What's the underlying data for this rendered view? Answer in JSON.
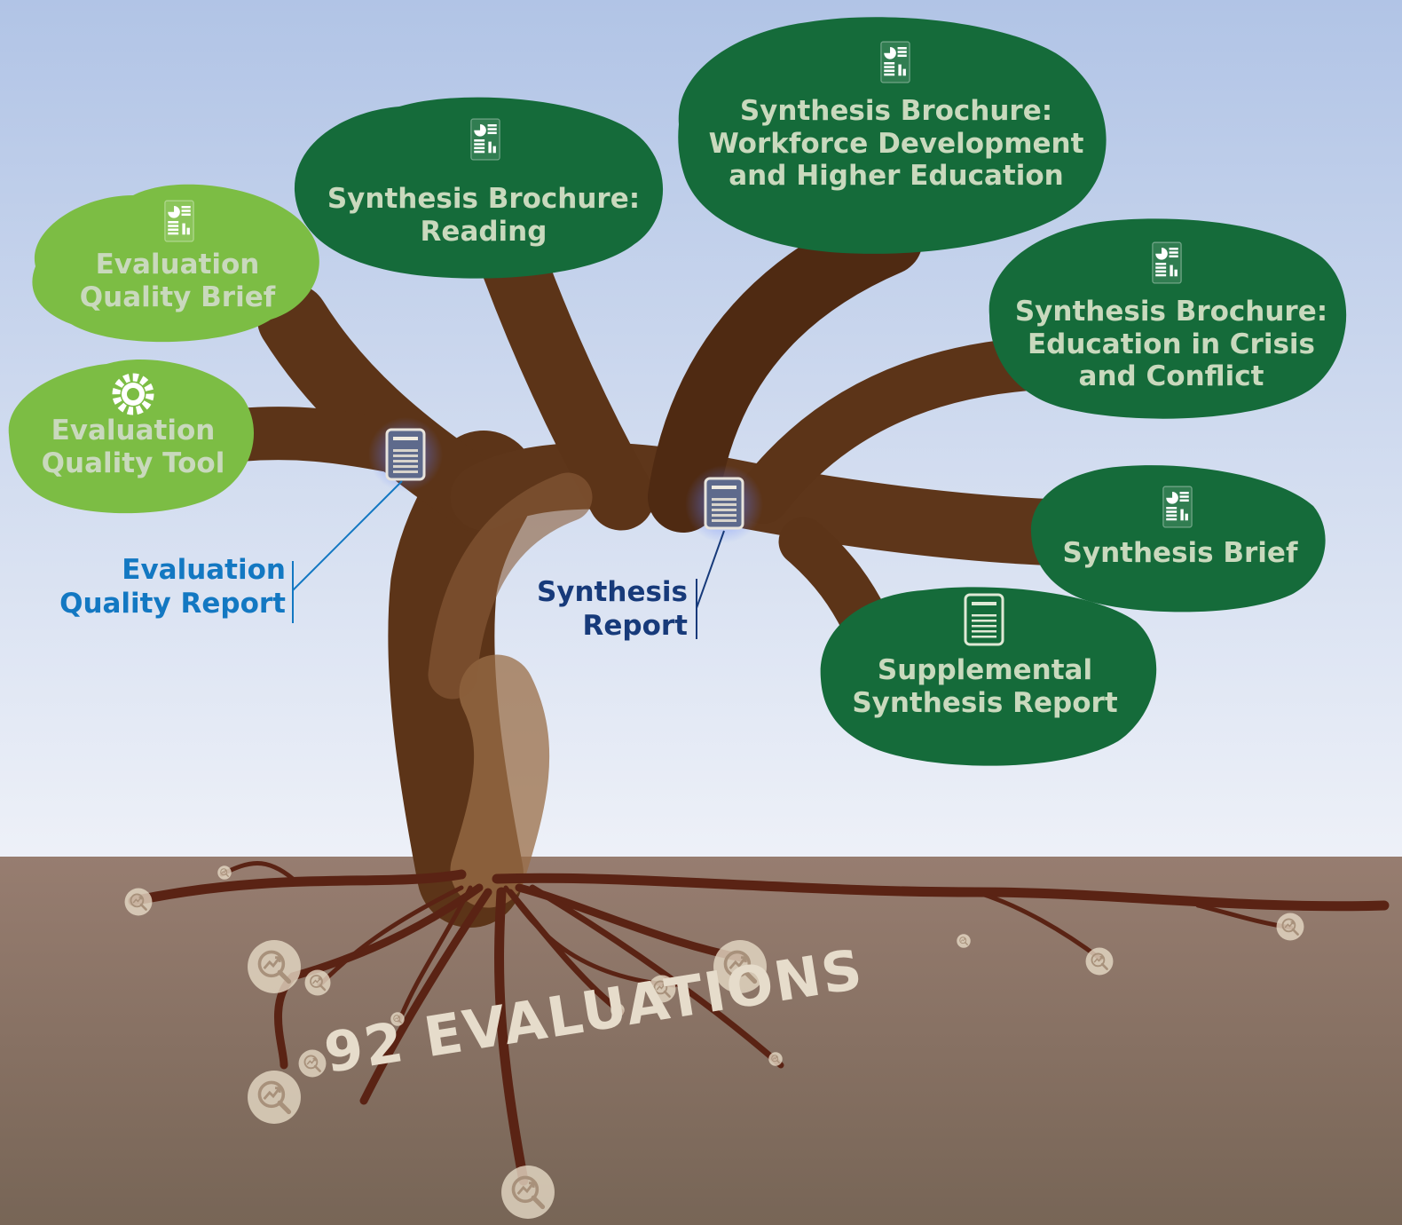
{
  "colors": {
    "sky_top": "#b1c4e6",
    "sky_bottom": "#eef1f8",
    "soil_top": "#977d70",
    "soil_bottom": "#776556",
    "trunk": "#5c3418",
    "trunk_light": "#8a5e3b",
    "root": "#5a2314",
    "canopy_dark": "#156b3a",
    "canopy_light": "#7cbd44",
    "canopy_text": "#c9d9bd",
    "blue_label": "#1378c2",
    "navy_label": "#173a7a"
  },
  "nodes": {
    "eq_brief": {
      "lines": [
        "Evaluation",
        "Quality Brief"
      ],
      "icon": "brochure-icon"
    },
    "eq_tool": {
      "lines": [
        "Evaluation",
        "Quality Tool"
      ],
      "icon": "gear-icon"
    },
    "sb_reading": {
      "lines": [
        "Synthesis Brochure:",
        "Reading"
      ],
      "icon": "brochure-icon"
    },
    "sb_workforce": {
      "lines": [
        "Synthesis Brochure:",
        "Workforce Development",
        "and Higher Education"
      ],
      "icon": "brochure-icon"
    },
    "sb_crisis": {
      "lines": [
        "Synthesis Brochure:",
        "Education in Crisis",
        "and Conflict"
      ],
      "icon": "brochure-icon"
    },
    "synthesis_brief": {
      "lines": [
        "Synthesis Brief"
      ],
      "icon": "brochure-icon"
    },
    "supplemental": {
      "lines": [
        "Supplemental",
        "Synthesis Report"
      ],
      "icon": "report-icon"
    }
  },
  "callouts": {
    "eq_report": {
      "lines": [
        "Evaluation",
        "Quality Report"
      ],
      "icon": "report-icon"
    },
    "synthesis_report": {
      "lines": [
        "Synthesis",
        "Report"
      ],
      "icon": "report-icon"
    }
  },
  "roots": {
    "label": "92 EVALUATIONS",
    "icon": "evaluation-magnifier-icon"
  }
}
